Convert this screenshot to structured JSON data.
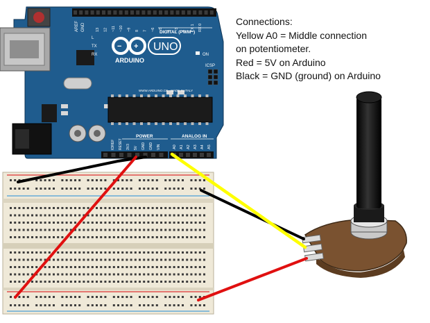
{
  "notes": {
    "heading": "Connections:",
    "line1": "Yellow A0 = Middle connection",
    "line2": "on potentiometer.",
    "line3": "Red = 5V on Arduino",
    "line4": "Black = GND (ground) on Arduino"
  },
  "board": {
    "logo_text": "UNO",
    "brand_text": "ARDUINO",
    "digital_label": "DIGITAL (PWM~)",
    "power_label": "POWER",
    "analog_label": "ANALOG IN",
    "icsp_label": "ICSP",
    "aref_label": "AREF",
    "gnd_label": "GND",
    "tx_label": "TX",
    "rx_label": "RX",
    "on_label": "ON",
    "l_label": "L",
    "website_text": "WWW.ARDUINO.CC - MADE IN ITALY",
    "digital_pins": [
      "13",
      "12",
      "~11",
      "~10",
      "~9",
      "8",
      "7",
      "~6",
      "~5",
      "4",
      "~3",
      "2",
      "TX 1",
      "RX 0"
    ],
    "power_pins": [
      "IOREF",
      "RESET",
      "3V3",
      "5V",
      "GND",
      "GND",
      "VIN"
    ],
    "analog_pins": [
      "A0",
      "A1",
      "A2",
      "A3",
      "A4",
      "A5"
    ]
  },
  "colors": {
    "board_blue": "#1f5c8e",
    "wire_yellow": "#ffff00",
    "wire_red": "#e01010",
    "wire_black": "#000000",
    "breadboard": "#efe9d8",
    "knob": "#111111",
    "pot_body": "#7a5230"
  }
}
